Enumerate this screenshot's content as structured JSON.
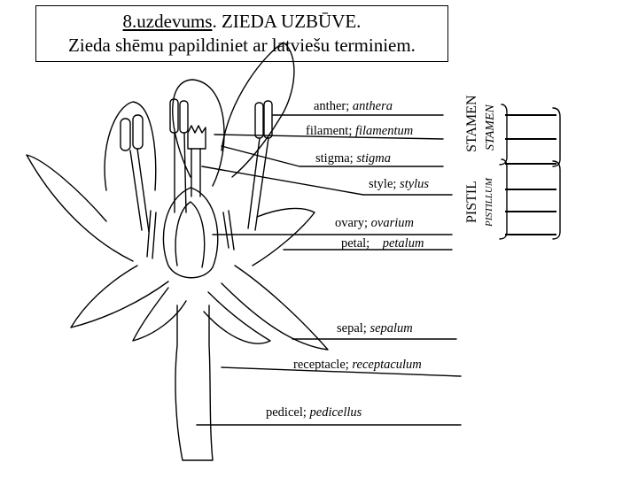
{
  "title": {
    "task_label": "8.uzdevums",
    "task_rest": ". ZIEDA UZBŪVE.",
    "instruction": "Zieda shēmu papildiniet ar latviešu terminiem."
  },
  "labels": {
    "anther": {
      "en": "anther;",
      "la": "anthera"
    },
    "filament": {
      "en": "filament;",
      "la": "filamentum"
    },
    "stigma": {
      "en": "stigma;",
      "la": "stigma"
    },
    "style": {
      "en": "style;",
      "la": "stylus"
    },
    "ovary": {
      "en": "ovary;",
      "la": "ovarium"
    },
    "petal": {
      "en": "petal;",
      "la": "petalum"
    },
    "sepal": {
      "en": "sepal;",
      "la": "sepalum"
    },
    "receptacle": {
      "en": "receptacle;",
      "la": "receptaculum"
    },
    "pedicel": {
      "en": "pedicel;",
      "la": "pedicellus"
    }
  },
  "groups": {
    "stamen_en": "STAMEN",
    "stamen_la": "STAMEN",
    "pistil_en": "PISTIL",
    "pistil_la": "PISTILLUM"
  }
}
